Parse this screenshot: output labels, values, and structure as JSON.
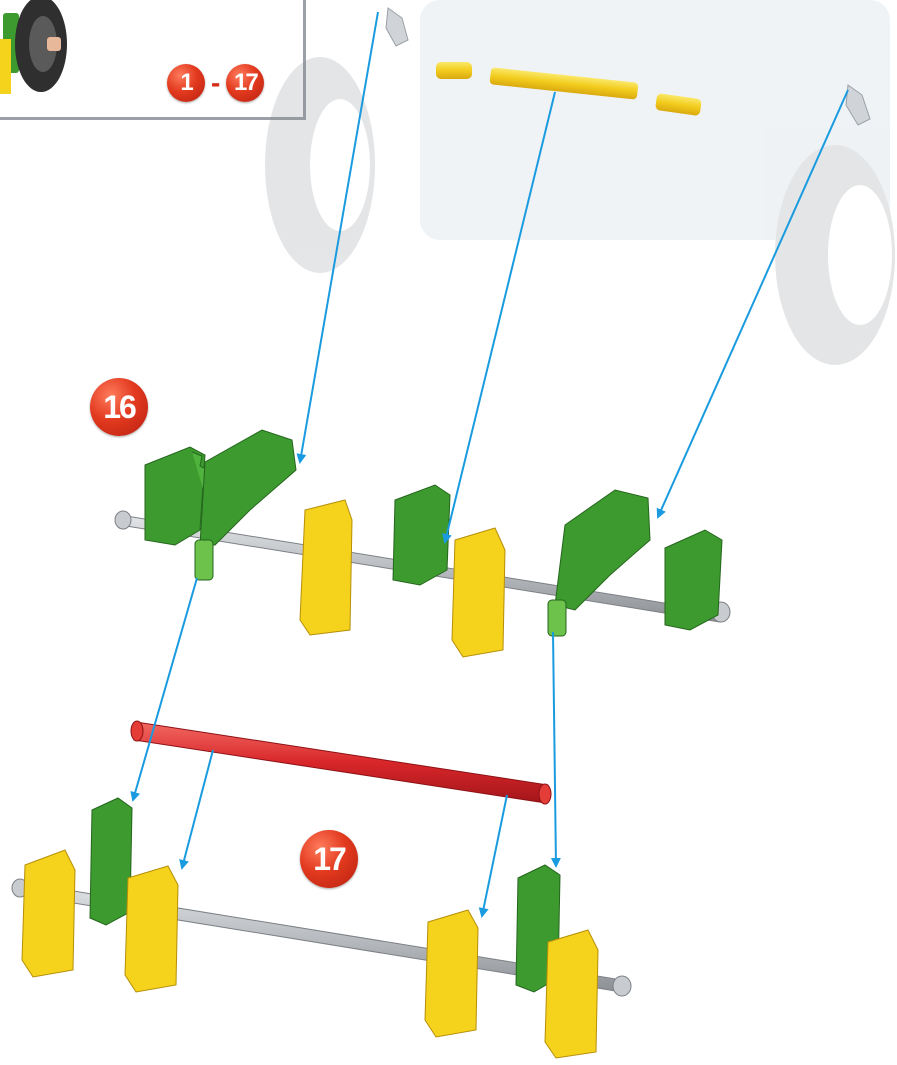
{
  "inset": {
    "range_start": "1",
    "range_separator": "-",
    "range_end": "17"
  },
  "steps": [
    {
      "number": "16"
    },
    {
      "number": "17"
    }
  ],
  "colors": {
    "badge": "#e23a1f",
    "connector_green": "#3c9a2f",
    "connector_yellow": "#f5d21c",
    "rod_red": "#d8262a",
    "rod_gray": "#b9bcc0",
    "rod_yellow": "#f2cc1d",
    "arrow_blue": "#1a9be0"
  }
}
